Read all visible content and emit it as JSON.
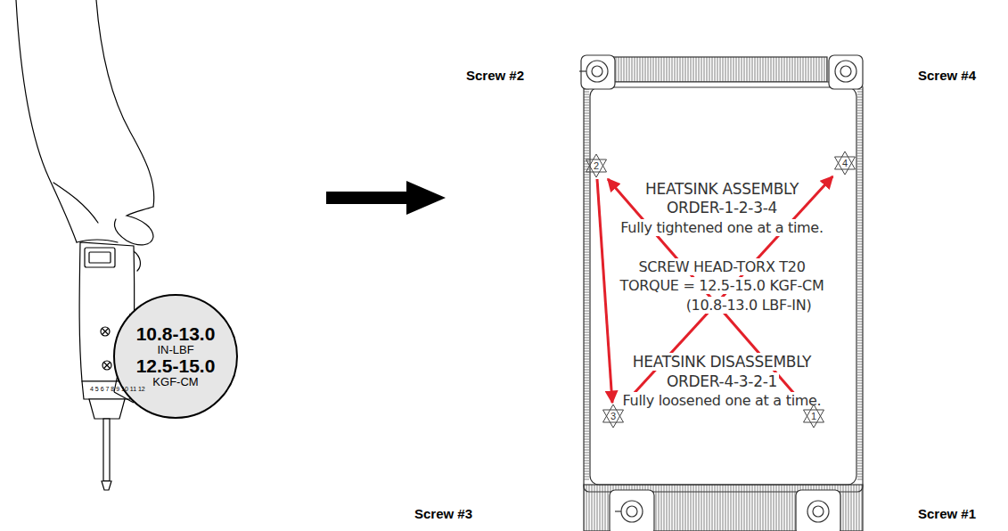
{
  "diagram": {
    "nodes": [
      {
        "text": [
          "10.8-13.0",
          "IN-LBF",
          "12.5-15.0",
          "KGF-CM"
        ]
      },
      {
        "text": [
          "HEATSINK ASSEMBLY",
          "ORDER-1-2-3-4",
          "Fully tightened one at a time.",
          "SCREW HEAD-TORX T20",
          "TORQUE = 12.5-15.0 KGF-CM",
          "(10.8-13.0 LBF-IN)",
          "HEATSINK DISASSEMBLY",
          "ORDER-4-3-2-1",
          "Fully loosened one at a time."
        ]
      },
      {
        "text": [
          "2"
        ],
        "in": 1
      },
      {
        "text": [
          "4"
        ],
        "in": 1
      },
      {
        "text": [
          "3"
        ],
        "in": 1
      },
      {
        "text": [
          "1"
        ],
        "in": 1
      }
    ],
    "edges": [
      {
        "from": 5,
        "to": 2,
        "arrow": "to"
      },
      {
        "from": 2,
        "to": 4,
        "arrow": "to"
      },
      {
        "from": 4,
        "to": 3,
        "arrow": "to"
      }
    ],
    "labels": [
      "Screw #2",
      "Screw #4",
      "Screw #3",
      "Screw #1",
      "4 5 6 7 8 9 10 11 12"
    ]
  }
}
